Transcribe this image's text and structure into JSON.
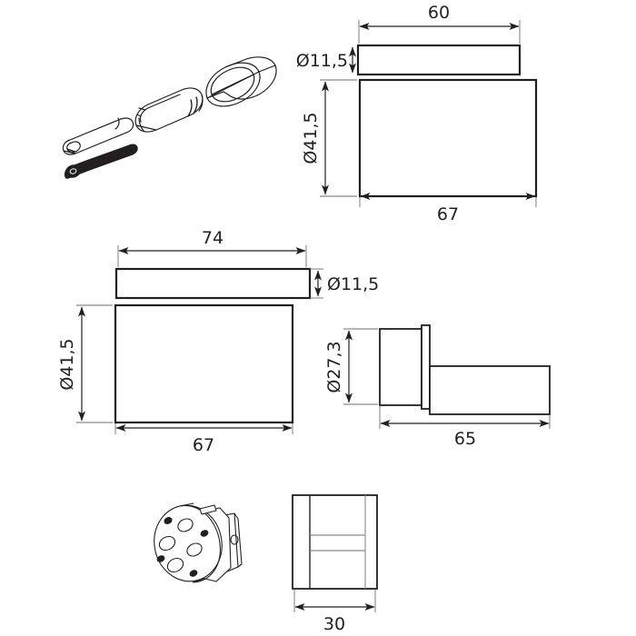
{
  "drawing": {
    "title": "Technical dimension drawing sheet",
    "background_color": "#ffffff",
    "line_color": "#231f20",
    "thin_line_color": "#6d6e71",
    "units_note": ""
  },
  "views": {
    "exploded_assembly": {
      "name": "exploded-isometric-assembly",
      "description": "Exploded isometric view: socket head screw, thin inner rod, split collet body, ring and outer sleeve tube"
    },
    "top_right": {
      "name": "top-right-side-view",
      "dimensions": {
        "width_top": "60",
        "thickness": "Ø11,5",
        "height": "Ø41,5",
        "width_bottom": "67"
      }
    },
    "middle_left": {
      "name": "middle-left-side-view",
      "dimensions": {
        "width_top": "74",
        "thickness": "Ø11,5",
        "height": "Ø41,5",
        "width_bottom": "67"
      }
    },
    "middle_right": {
      "name": "middle-right-stepped-profile-view",
      "dimensions": {
        "height": "Ø27,3",
        "length": "65"
      }
    },
    "bottom_center": {
      "name": "bottom-center-isometric-part",
      "description": "Isometric view of cylindrical hub with multiple circular bores on front face"
    },
    "bottom_right": {
      "name": "bottom-right-front-view",
      "dimensions": {
        "width": "30"
      }
    }
  },
  "labels": {
    "d60": "60",
    "d67_top": "67",
    "d67_mid": "67",
    "d74": "74",
    "d30": "30",
    "d65": "65",
    "dia115_top": "Ø11,5",
    "dia115_mid": "Ø11,5",
    "dia415_top": "Ø41,5",
    "dia415_mid": "Ø41,5",
    "dia273": "Ø27,3"
  }
}
